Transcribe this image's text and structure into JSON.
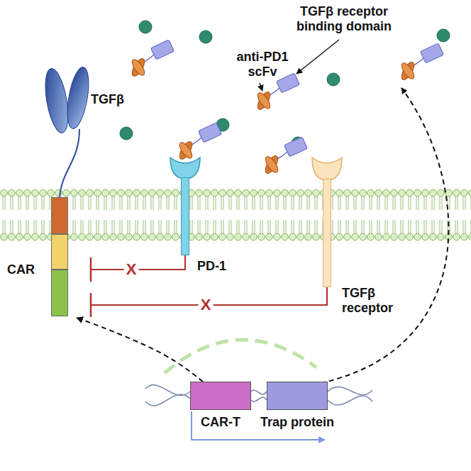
{
  "diagram": {
    "nodes": [
      {
        "text": [
          "CAR"
        ]
      },
      {
        "text": [
          "PD-1"
        ]
      },
      {
        "text": [
          "TGFβ receptor"
        ]
      },
      {
        "text": [
          "CAR-T"
        ]
      },
      {
        "text": [
          "Trap protein"
        ]
      }
    ],
    "edges": [
      {
        "from": 1,
        "to": 0,
        "arrow": "to",
        "label": "X"
      },
      {
        "from": 2,
        "to": 0,
        "arrow": "to",
        "label": "X"
      },
      {
        "from": 3,
        "to": 0,
        "arrow": "to"
      }
    ],
    "labels": [
      "TGFβ receptor binding domain",
      "anti-PD1 scFv",
      "TGFβ"
    ]
  }
}
